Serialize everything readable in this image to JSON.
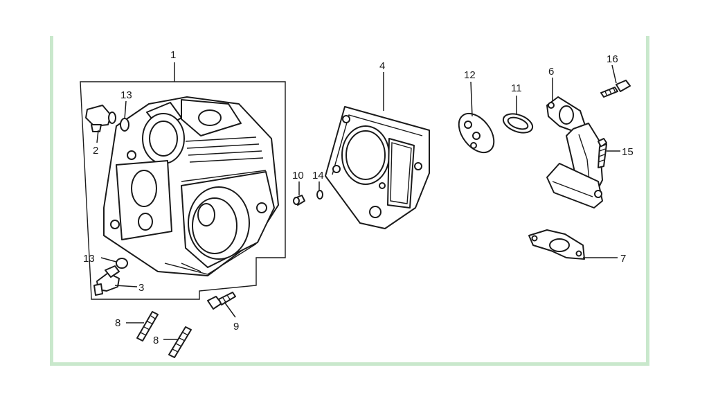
{
  "diagram": {
    "frame_color": "#c9e8cc",
    "line_color": "#1a1a1a",
    "callouts": {
      "c1": "1",
      "c2": "2",
      "c3": "3",
      "c4": "4",
      "c5": "6",
      "c6": "7",
      "c7": "8",
      "c8": "8",
      "c9": "9",
      "c10": "10",
      "c11": "11",
      "c12": "12",
      "c13": "13",
      "c14": "13",
      "c15": "14",
      "c16": "15",
      "c17": "16"
    }
  }
}
